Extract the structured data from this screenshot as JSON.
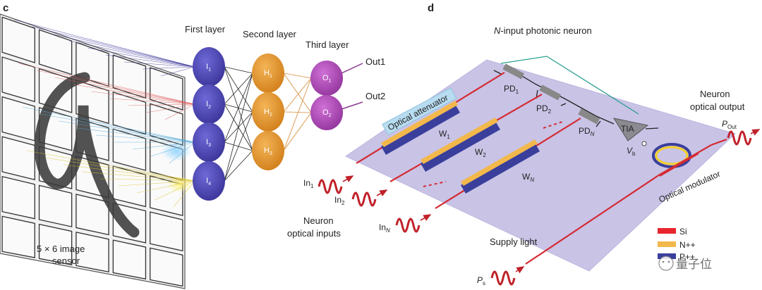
{
  "panel_c": {
    "panel_label": "c",
    "sensor_label_1": "5 × 6 image",
    "sensor_label_2": "sensor",
    "layer1_label": "First layer",
    "layer2_label": "Second layer",
    "layer3_label": "Third layer",
    "out1_label": "Out1",
    "out2_label": "Out2",
    "layer1_nodes": [
      {
        "base": "I",
        "sub": "1"
      },
      {
        "base": "I",
        "sub": "2"
      },
      {
        "base": "I",
        "sub": "3"
      },
      {
        "base": "I",
        "sub": "4"
      }
    ],
    "layer2_nodes": [
      {
        "base": "H",
        "sub": "1"
      },
      {
        "base": "H",
        "sub": "2"
      },
      {
        "base": "H",
        "sub": "3"
      }
    ],
    "layer3_nodes": [
      {
        "base": "O",
        "sub": "1"
      },
      {
        "base": "O",
        "sub": "2"
      }
    ],
    "colors": {
      "layer1": "#4a44b8",
      "layer2": "#e0932c",
      "layer3": "#b04db8"
    }
  },
  "panel_d": {
    "panel_label": "d",
    "title_italic": "N",
    "title_rest": "-input photonic neuron",
    "attenuator_label": "Optical attenuator",
    "weights": [
      {
        "base": "W",
        "sub": "1"
      },
      {
        "base": "W",
        "sub": "2"
      },
      {
        "base": "W",
        "sub": "N"
      }
    ],
    "photodiodes": [
      {
        "base": "PD",
        "sub": "1"
      },
      {
        "base": "PD",
        "sub": "2"
      },
      {
        "base": "PD",
        "sub": "N"
      }
    ],
    "tia_label": "TIA",
    "vb": {
      "base": "V",
      "sub": "b"
    },
    "inputs": [
      {
        "base": "In",
        "sub": "1"
      },
      {
        "base": "In",
        "sub": "2"
      },
      {
        "base": "In",
        "sub": "N"
      }
    ],
    "neuron_inputs_1": "Neuron",
    "neuron_inputs_2": "optical inputs",
    "neuron_output_1": "Neuron",
    "neuron_output_2": "optical output",
    "pout": {
      "base": "P",
      "sub": "Out"
    },
    "modulator_label": "Optical modulator",
    "supply_label": "Supply light",
    "ps": {
      "base": "P",
      "sub": "s"
    },
    "legend": [
      {
        "label": "Si",
        "color": "#e8262e"
      },
      {
        "label": "N++",
        "color": "#f2b84b"
      },
      {
        "label": "P++",
        "color": "#3a3f9c"
      }
    ],
    "watermark": "量子位"
  }
}
